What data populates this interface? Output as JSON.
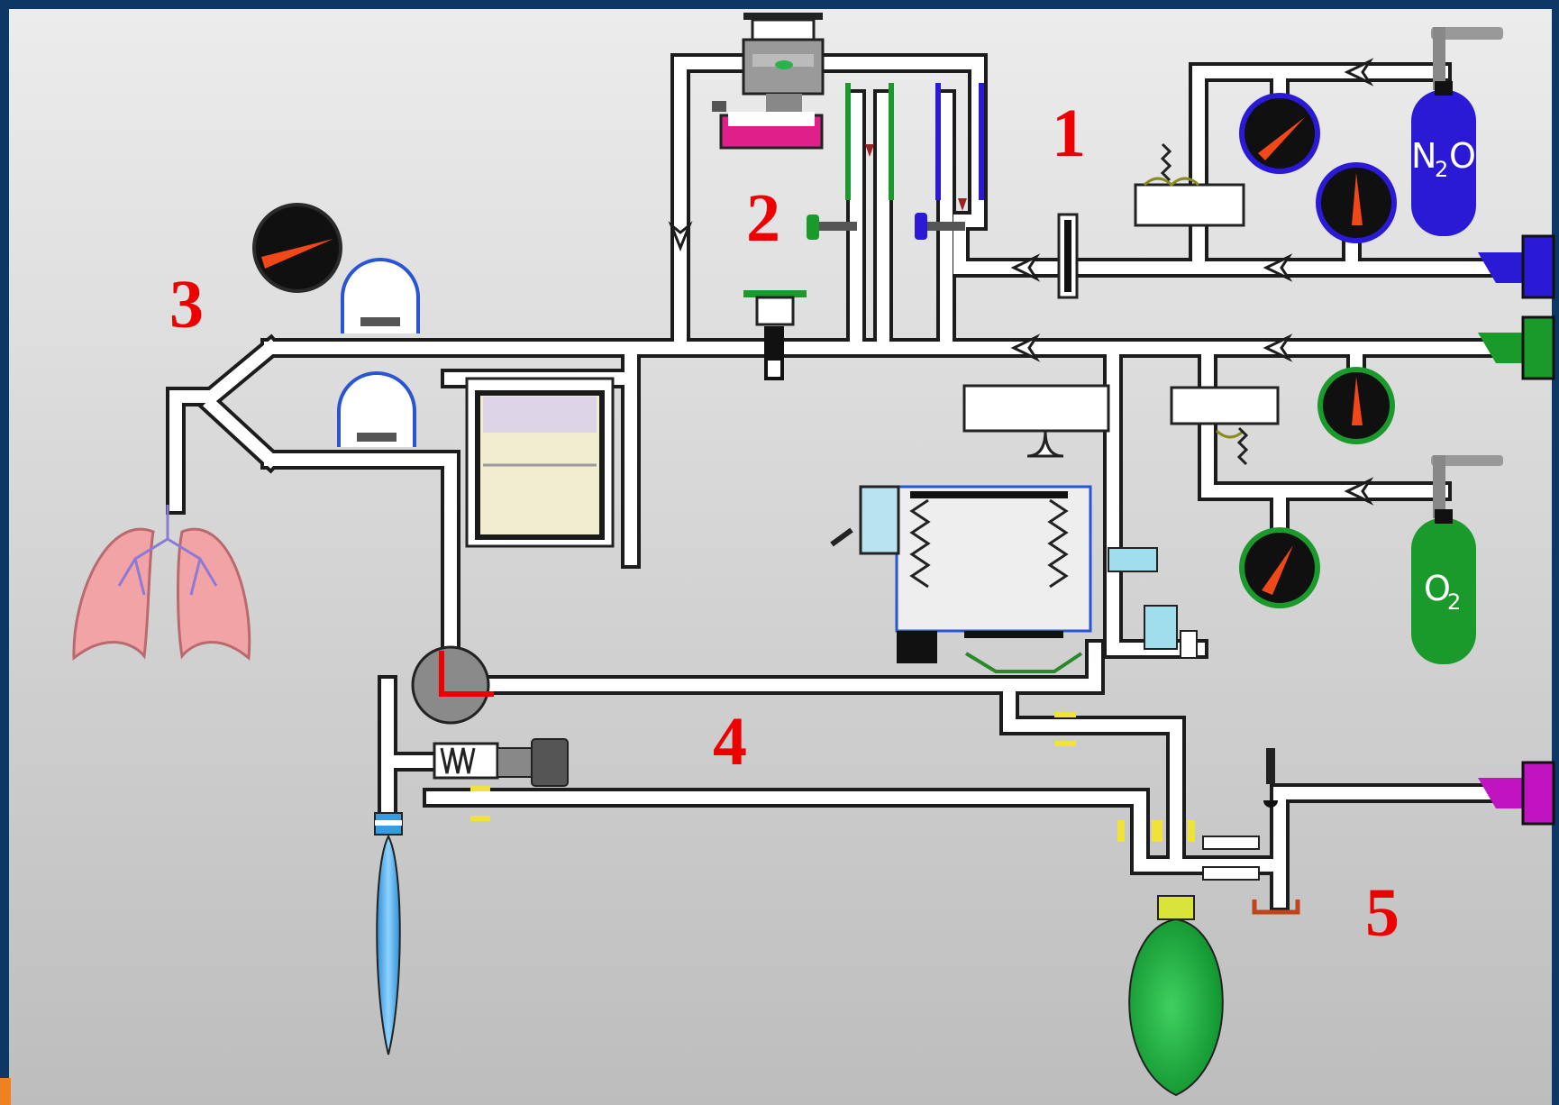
{
  "labels": {
    "l1": "1",
    "l2": "2",
    "l3": "3",
    "l4": "4",
    "l5": "5"
  },
  "cylinders": {
    "n2o": {
      "main": "N",
      "sub": "2",
      "tail": "O",
      "color": "#2a1ad6"
    },
    "o2": {
      "main": "O",
      "sub": "2",
      "color": "#1a9a2a"
    }
  },
  "colors": {
    "frame": "#0d3866",
    "label": "#ee0000",
    "pipe": "#ffffff",
    "pipe_edge": "#1c1c1c",
    "air_supply": "#c014c0",
    "reservoir_bag": "#17a83a",
    "exhaust_bag": "#3aa6e8",
    "lungs": "#f2a3a6",
    "gauge_face": "#101010",
    "gauge_needle": "#f04818"
  },
  "icons": {
    "gauges": "pressure-gauge-icon",
    "flowmeters": "flowmeter-tube-icon",
    "vaporizer": "vaporizer-icon",
    "lungs": "lungs-icon",
    "absorber": "co2-absorber-canister-icon",
    "bellows": "ventilator-bellows-icon",
    "bags": "breathing-bag-icon"
  }
}
